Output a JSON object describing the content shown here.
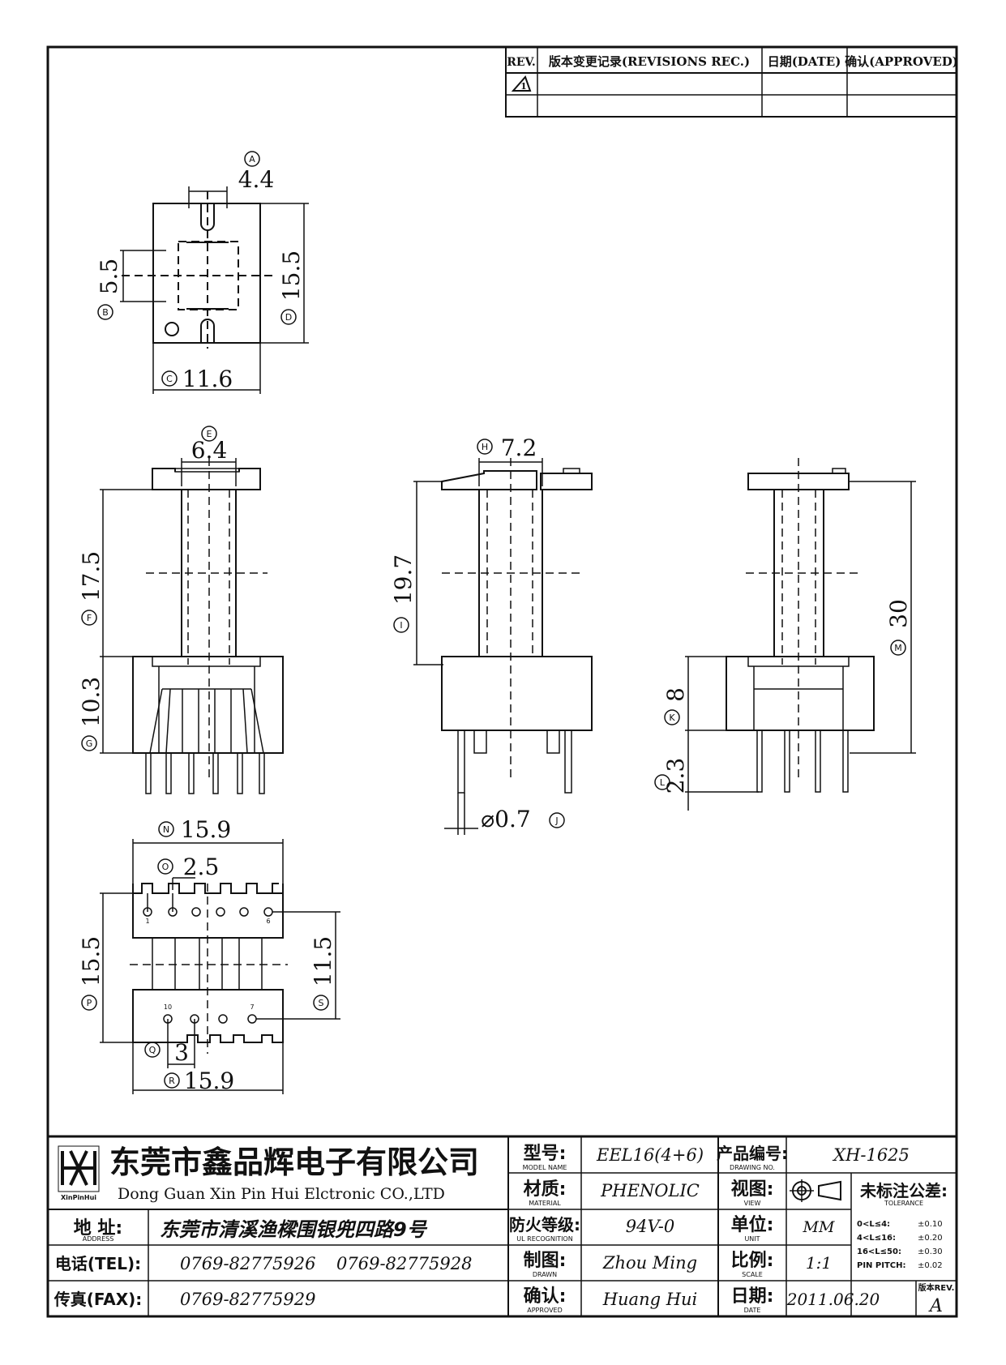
{
  "revisions": {
    "headers": {
      "rev": "REV.",
      "desc": "版本变更记录(REVISIONS REC.)",
      "date": "日期(DATE)",
      "approved": "确认(APPROVED)"
    },
    "rows": [
      {
        "rev": "1"
      }
    ]
  },
  "dimensions": {
    "A": {
      "letter": "A",
      "value": "4.4"
    },
    "B": {
      "letter": "B",
      "value": "5.5"
    },
    "C": {
      "letter": "C",
      "value": "11.6"
    },
    "D": {
      "letter": "D",
      "value": "15.5"
    },
    "E": {
      "letter": "E",
      "value": "6.4"
    },
    "F": {
      "letter": "F",
      "value": "17.5"
    },
    "G": {
      "letter": "G",
      "value": "10.3"
    },
    "H": {
      "letter": "H",
      "value": "7.2"
    },
    "I": {
      "letter": "I",
      "value": "19.7"
    },
    "J": {
      "letter": "J",
      "value": "⌀0.7"
    },
    "K": {
      "letter": "K",
      "value": "8"
    },
    "L": {
      "letter": "L",
      "value": "2.3"
    },
    "M": {
      "letter": "M",
      "value": "30"
    },
    "N": {
      "letter": "N",
      "value": "15.9"
    },
    "O": {
      "letter": "O",
      "value": "2.5"
    },
    "P": {
      "letter": "P",
      "value": "15.5"
    },
    "Q": {
      "letter": "Q",
      "value": "3"
    },
    "R": {
      "letter": "R",
      "value": "15.9"
    },
    "S": {
      "letter": "S",
      "value": "11.5"
    }
  },
  "pins": {
    "p1": "1",
    "p6": "6",
    "p7": "7",
    "p10": "10"
  },
  "company": {
    "name_cn": "东莞市鑫品辉电子有限公司",
    "name_en": "Dong Guan Xin Pin Hui Elctronic CO.,LTD",
    "logo_text": "XinPinHui"
  },
  "contact": {
    "address_label": "地  址:",
    "address_sub": "ADDRESS",
    "address_value": "东莞市清溪渔樑围银兜四路9号",
    "tel_label": "电话(TEL):",
    "tel_value1": "0769-82775926",
    "tel_value2": "0769-82775928",
    "fax_label": "传真(FAX):",
    "fax_value": "0769-82775929"
  },
  "title_block": {
    "model_label": "型号:",
    "model_sub": "MODEL NAME",
    "model_value": "EEL16(4+6)",
    "material_label": "材质:",
    "material_sub": "MATERIAL",
    "material_value": "PHENOLIC",
    "ul_label": "防火等级:",
    "ul_sub": "UL RECOGNITION",
    "ul_value": "94V-0",
    "drawn_label": "制图:",
    "drawn_sub": "DRAWN",
    "drawn_value": "Zhou Ming",
    "approved_label": "确认:",
    "approved_sub": "APPROVED",
    "approved_value": "Huang Hui",
    "drawing_no_label": "产品编号:",
    "drawing_no_sub": "DRAWING NO.",
    "drawing_no_value": "XH-1625",
    "view_label": "视图:",
    "view_sub": "VIEW",
    "unit_label": "单位:",
    "unit_sub": "UNIT",
    "unit_value": "MM",
    "scale_label": "比例:",
    "scale_sub": "SCALE",
    "scale_value": "1:1",
    "date_label": "日期:",
    "date_sub": "DATE",
    "date_value": "2011.06.20",
    "tolerance_label": "未标注公差:",
    "tolerance_sub": "TOLERANCE",
    "tolerances": [
      {
        "range": "0<L≤4:",
        "value": "±0.10"
      },
      {
        "range": "4<L≤16:",
        "value": "±0.20"
      },
      {
        "range": "16<L≤50:",
        "value": "±0.30"
      },
      {
        "range": "PIN PITCH:",
        "value": "±0.02"
      }
    ],
    "rev_label": "版本REV.",
    "rev_value": "A"
  }
}
